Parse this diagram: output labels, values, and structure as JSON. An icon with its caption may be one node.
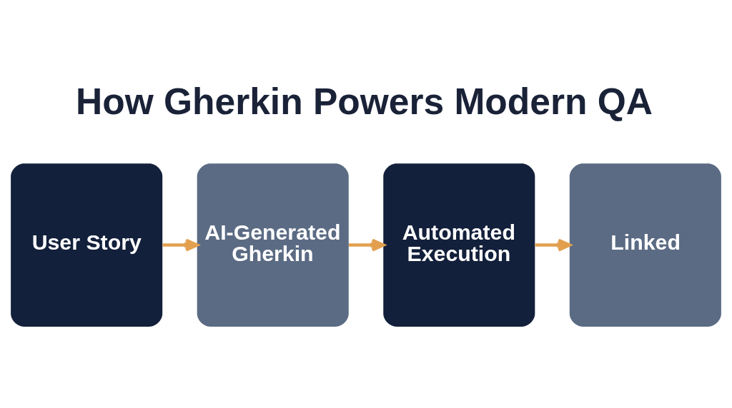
{
  "diagram": {
    "title": "How Gherkin Powers Modern QA",
    "nodes": [
      {
        "text": [
          "User Story"
        ]
      },
      {
        "text": [
          "AI-Generated Gherkin"
        ]
      },
      {
        "text": [
          "Automated Execution"
        ]
      },
      {
        "text": [
          "Linked"
        ]
      }
    ],
    "edges": [
      {
        "from": 0,
        "to": 1,
        "arrow": "to"
      },
      {
        "from": 1,
        "to": 2,
        "arrow": "to"
      },
      {
        "from": 2,
        "to": 3,
        "arrow": "to"
      }
    ]
  }
}
